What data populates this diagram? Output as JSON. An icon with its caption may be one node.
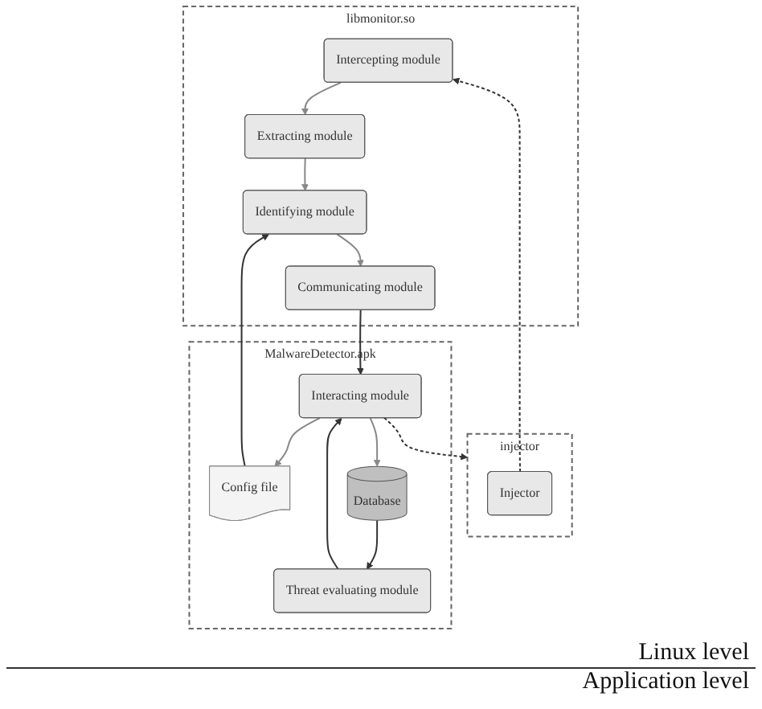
{
  "diagram": {
    "nodes": [
      {
        "text": [
          "libmonitor.so"
        ]
      },
      {
        "text": [
          "Intercepting module"
        ],
        "in": 0
      },
      {
        "text": [
          "Extracting module"
        ],
        "in": 0
      },
      {
        "text": [
          "Identifying module"
        ],
        "in": 0
      },
      {
        "text": [
          "Communicating module"
        ],
        "in": 0
      },
      {
        "text": [
          "injector"
        ]
      },
      {
        "text": [
          "Injector"
        ],
        "in": 5
      },
      {
        "text": [
          "MalwareDetector.apk"
        ]
      },
      {
        "text": [
          "Interacting module"
        ],
        "in": 7
      },
      {
        "text": [
          "Threat evaluating module"
        ],
        "in": 7
      },
      {
        "text": [
          "Config file"
        ],
        "in": 7
      },
      {
        "text": [
          "Database"
        ],
        "in": 7
      }
    ],
    "edges": [
      {
        "from": 6,
        "to": 1,
        "arrow": "to",
        "style": "dashed"
      },
      {
        "from": 1,
        "to": 2,
        "arrow": "to",
        "color": "#888888"
      },
      {
        "from": 2,
        "to": 3,
        "arrow": "to",
        "color": "#888888"
      },
      {
        "from": 3,
        "to": 4,
        "arrow": "to",
        "color": "#888888"
      },
      {
        "from": 4,
        "to": 8,
        "arrow": "to"
      },
      {
        "from": 8,
        "to": 5,
        "arrow": "to",
        "style": "dashed"
      },
      {
        "from": 8,
        "to": 10,
        "arrow": "to",
        "color": "#888888"
      },
      {
        "from": 10,
        "to": 3,
        "arrow": "to"
      },
      {
        "from": 8,
        "to": 11,
        "arrow": "to",
        "color": "#888888"
      },
      {
        "from": 11,
        "to": 9,
        "arrow": "to"
      },
      {
        "from": 9,
        "to": 8,
        "arrow": "to"
      }
    ],
    "labels": [
      "Linux level",
      "Application level"
    ]
  }
}
